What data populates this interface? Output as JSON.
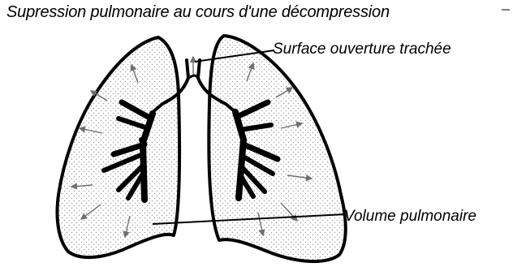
{
  "diagram": {
    "title": "Supression pulmonaire au cours d'une décompression",
    "labels": {
      "trachea_surface": "Surface ouverture trachée",
      "lung_volume": "Volume pulmonaire"
    },
    "colors": {
      "outline": "#000000",
      "stipple": "#9a9a9a",
      "arrow": "#6e6e6e",
      "background": "#ffffff"
    }
  }
}
